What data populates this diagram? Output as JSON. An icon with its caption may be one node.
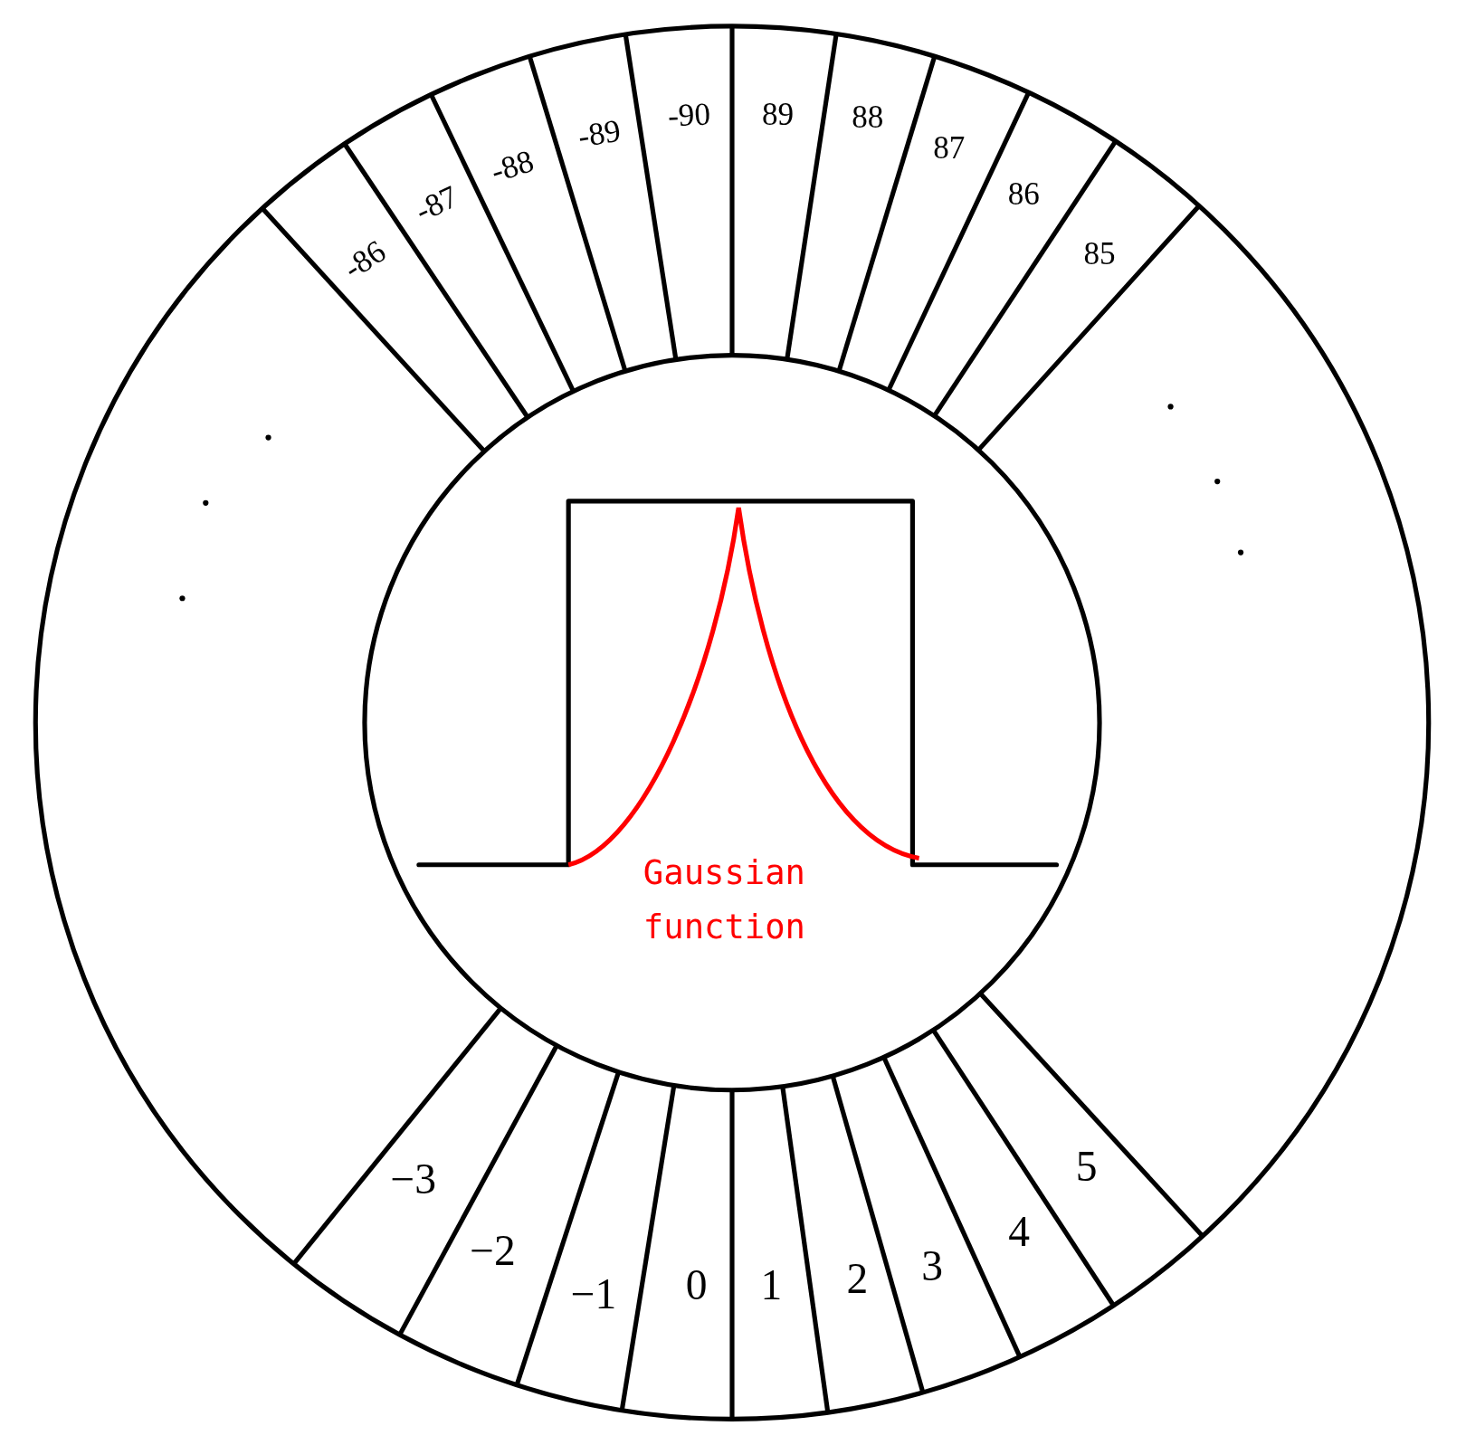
{
  "diagram": {
    "labels": [
      "-86",
      "-87",
      "-88",
      "-89",
      "-90",
      "89",
      "88",
      "87",
      "86",
      "85",
      "Gaussian function",
      "−3",
      "−2",
      "−1",
      "0",
      "1",
      "2",
      "3",
      "4",
      "5"
    ]
  }
}
